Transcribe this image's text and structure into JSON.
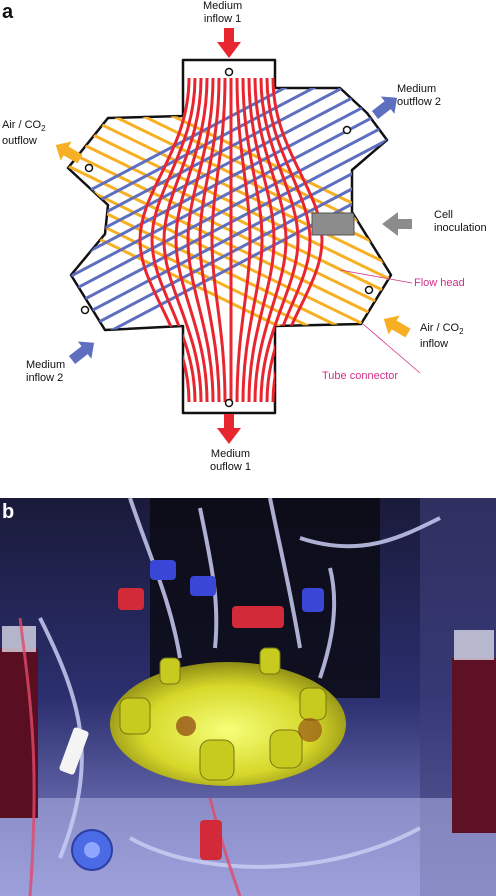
{
  "panel_a": {
    "letter": "a",
    "labels": {
      "medium_inflow_1": [
        "Medium",
        "inflow 1"
      ],
      "medium_outflow_2": [
        "Medium",
        "outflow 2"
      ],
      "air_co2_outflow": [
        "Air / CO2",
        "outflow"
      ],
      "cell_inoculation": [
        "Cell",
        "inoculation"
      ],
      "flow_head": "Flow head",
      "air_co2_inflow": [
        "Air / CO2",
        "inflow"
      ],
      "medium_inflow_2": [
        "Medium",
        "inflow 2"
      ],
      "tube_connector": "Tube connector",
      "medium_outflow_1": [
        "Medium",
        "ouflow 1"
      ]
    },
    "colors": {
      "medium_1_lines": "#e8262f",
      "medium_2_lines": "#5f6fc0",
      "air_co2_lines": "#f7b023",
      "cell_inoculation_arrow": "#8c8c8c",
      "annotation_pink": "#d0308c"
    }
  },
  "panel_b": {
    "letter": "b"
  }
}
